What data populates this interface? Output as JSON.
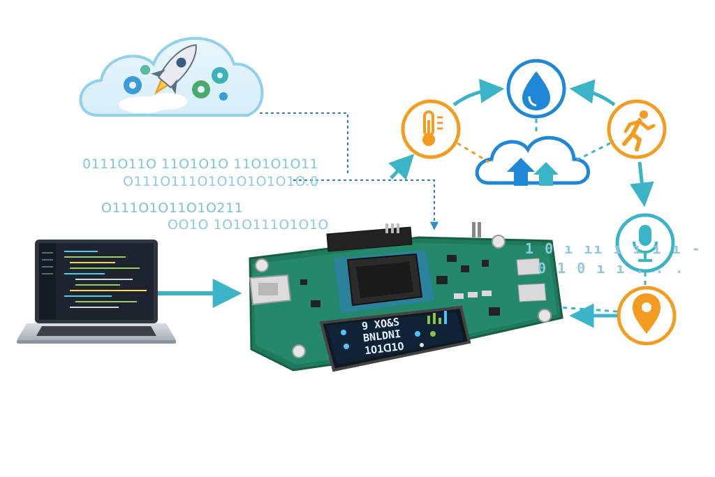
{
  "binary_lines": [
    "0111O11O 11O1O1O 11O1O1O11",
    "O111O111O1O1O1O1O1O.0",
    "O111O1O11O1O211",
    "OO1O 1O1O111O1O1O"
  ],
  "side_binary": [
    "1 0 ı ıı ı ı ı ı -",
    "0 1 0 ı ı . . ."
  ],
  "display_lines": [
    "9 XO&S",
    "BNLDNI",
    "1O1ᗡ1O"
  ],
  "colors": {
    "teal": "#3cb4c8",
    "orange": "#f39c1f",
    "blue": "#1e88d6",
    "pcb": "#1f7a5c"
  },
  "icons": {
    "cloud": "cloud-rocket-icon",
    "laptop": "laptop-icon",
    "board": "microcontroller-board",
    "temperature": "thermometer-icon",
    "water": "water-drop-icon",
    "motion": "running-person-icon",
    "upload": "cloud-upload-icon",
    "mic": "microphone-icon",
    "location": "location-pin-icon"
  }
}
